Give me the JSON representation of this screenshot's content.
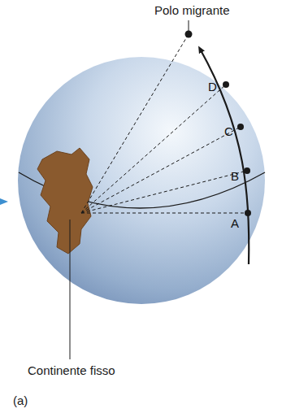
{
  "diagram": {
    "labels": [
      "Polo migrante",
      "D",
      "C",
      "B",
      "A",
      "Continente fisso",
      "(a)"
    ]
  }
}
